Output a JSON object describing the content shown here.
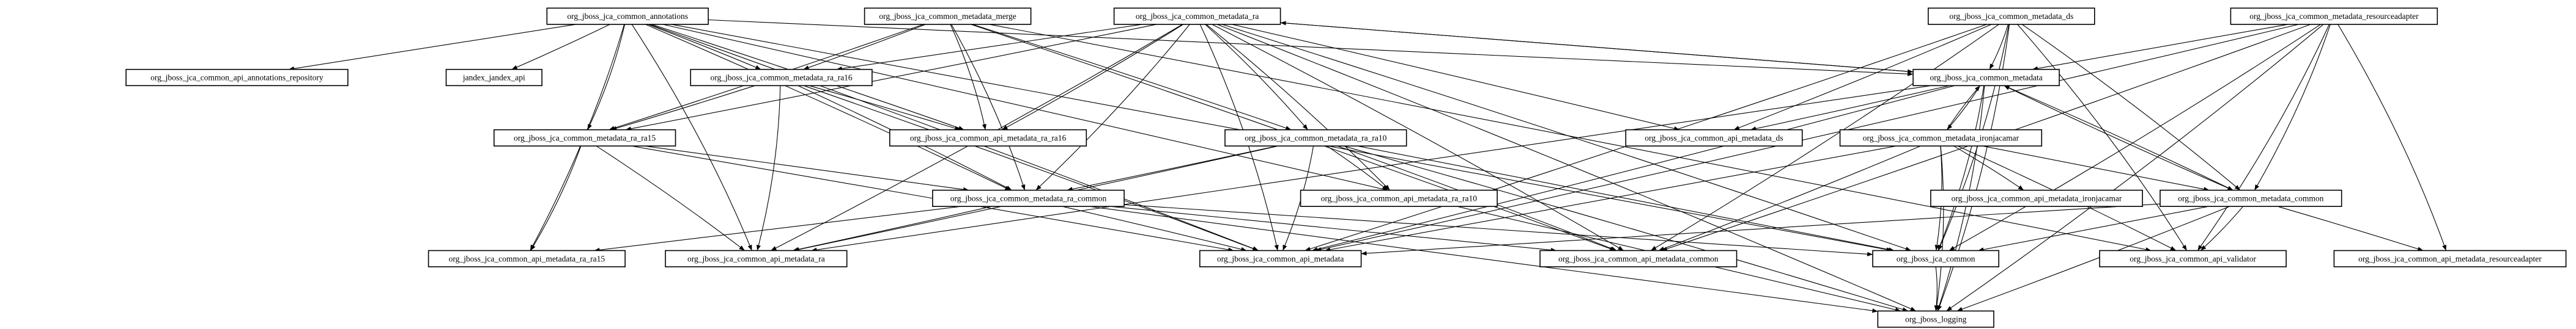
{
  "nodes": [
    {
      "id": "annotations",
      "label": "org_jboss_jca_common_annotations"
    },
    {
      "id": "metadata_merge",
      "label": "org_jboss_jca_common_metadata_merge"
    },
    {
      "id": "metadata_ra",
      "label": "org_jboss_jca_common_metadata_ra"
    },
    {
      "id": "metadata_ds",
      "label": "org_jboss_jca_common_metadata_ds"
    },
    {
      "id": "metadata_resourceadapter",
      "label": "org_jboss_jca_common_metadata_resourceadapter"
    },
    {
      "id": "api_annotations_repository",
      "label": "org_jboss_jca_common_api_annotations_repository"
    },
    {
      "id": "jandex_api",
      "label": "jandex_jandex_api"
    },
    {
      "id": "metadata_ra_ra16",
      "label": "org_jboss_jca_common_metadata_ra_ra16"
    },
    {
      "id": "metadata",
      "label": "org_jboss_jca_common_metadata"
    },
    {
      "id": "metadata_ra_ra15",
      "label": "org_jboss_jca_common_metadata_ra_ra15"
    },
    {
      "id": "api_metadata_ra_ra16",
      "label": "org_jboss_jca_common_api_metadata_ra_ra16"
    },
    {
      "id": "metadata_ra_ra10",
      "label": "org_jboss_jca_common_metadata_ra_ra10"
    },
    {
      "id": "api_metadata_ds",
      "label": "org_jboss_jca_common_api_metadata_ds"
    },
    {
      "id": "metadata_ironjacamar",
      "label": "org_jboss_jca_common_metadata_ironjacamar"
    },
    {
      "id": "metadata_ra_common",
      "label": "org_jboss_jca_common_metadata_ra_common"
    },
    {
      "id": "api_metadata_ra_ra10",
      "label": "org_jboss_jca_common_api_metadata_ra_ra10"
    },
    {
      "id": "api_metadata_ironjacamar",
      "label": "org_jboss_jca_common_api_metadata_ironjacamar"
    },
    {
      "id": "metadata_common",
      "label": "org_jboss_jca_common_metadata_common"
    },
    {
      "id": "api_metadata_ra_ra15",
      "label": "org_jboss_jca_common_api_metadata_ra_ra15"
    },
    {
      "id": "api_metadata_ra",
      "label": "org_jboss_jca_common_api_metadata_ra"
    },
    {
      "id": "api_metadata",
      "label": "org_jboss_jca_common_api_metadata"
    },
    {
      "id": "api_metadata_common",
      "label": "org_jboss_jca_common_api_metadata_common"
    },
    {
      "id": "common",
      "label": "org_jboss_jca_common"
    },
    {
      "id": "api_validator",
      "label": "org_jboss_jca_common_api_validator"
    },
    {
      "id": "api_metadata_resourceadapter",
      "label": "org_jboss_jca_common_api_metadata_resourceadapter"
    },
    {
      "id": "logging",
      "label": "org_jboss_logging"
    }
  ],
  "edges": [
    [
      "annotations",
      "api_annotations_repository"
    ],
    [
      "annotations",
      "jandex_api"
    ],
    [
      "annotations",
      "metadata_ra_ra16"
    ],
    [
      "annotations",
      "metadata_ra_ra15"
    ],
    [
      "annotations",
      "metadata_ra_common"
    ],
    [
      "annotations",
      "api_metadata_ra_ra16"
    ],
    [
      "annotations",
      "api_metadata_ra_ra15"
    ],
    [
      "annotations",
      "api_metadata_ra"
    ],
    [
      "annotations",
      "api_metadata"
    ],
    [
      "annotations",
      "logging"
    ],
    [
      "annotations",
      "metadata"
    ],
    [
      "annotations",
      "common"
    ],
    [
      "metadata_merge",
      "metadata_ra_ra16"
    ],
    [
      "metadata_merge",
      "metadata_ra_ra15"
    ],
    [
      "metadata_merge",
      "metadata_ra_common"
    ],
    [
      "metadata_merge",
      "api_metadata_ra_ra16"
    ],
    [
      "metadata_merge",
      "metadata_ra_ra10"
    ],
    [
      "metadata_merge",
      "api_metadata_common"
    ],
    [
      "metadata_merge",
      "api_validator"
    ],
    [
      "metadata_ra",
      "metadata_ra_ra16"
    ],
    [
      "metadata_ra",
      "metadata_ra_ra15"
    ],
    [
      "metadata_ra",
      "metadata_ra_ra10"
    ],
    [
      "metadata_ra",
      "metadata_ra_common"
    ],
    [
      "metadata_ra",
      "api_metadata_ra_ra16"
    ],
    [
      "metadata_ra",
      "api_metadata_ra_ra10"
    ],
    [
      "metadata_ra",
      "api_metadata_ra"
    ],
    [
      "metadata_ra",
      "api_metadata"
    ],
    [
      "metadata_ra",
      "api_metadata_common"
    ],
    [
      "metadata_ra",
      "metadata"
    ],
    [
      "metadata_ra",
      "api_metadata_ds"
    ],
    [
      "metadata_ra",
      "common"
    ],
    [
      "metadata_ra",
      "logging"
    ],
    [
      "metadata_ds",
      "metadata"
    ],
    [
      "metadata_ds",
      "api_metadata_ds"
    ],
    [
      "metadata_ds",
      "metadata_common"
    ],
    [
      "metadata_ds",
      "api_metadata"
    ],
    [
      "metadata_ds",
      "api_metadata_common"
    ],
    [
      "metadata_ds",
      "common"
    ],
    [
      "metadata_ds",
      "api_validator"
    ],
    [
      "metadata_ds",
      "logging"
    ],
    [
      "metadata_resourceadapter",
      "metadata"
    ],
    [
      "metadata_resourceadapter",
      "metadata_common"
    ],
    [
      "metadata_resourceadapter",
      "api_metadata_resourceadapter"
    ],
    [
      "metadata_resourceadapter",
      "api_metadata_common"
    ],
    [
      "metadata_resourceadapter",
      "api_metadata"
    ],
    [
      "metadata_resourceadapter",
      "common"
    ],
    [
      "metadata_resourceadapter",
      "api_validator"
    ],
    [
      "metadata_resourceadapter",
      "logging"
    ],
    [
      "metadata_ra_ra16",
      "metadata_ra_ra15"
    ],
    [
      "metadata_ra_ra16",
      "metadata_ra_common"
    ],
    [
      "metadata_ra_ra16",
      "api_metadata_ra_ra16"
    ],
    [
      "metadata_ra_ra16",
      "api_metadata_ra"
    ],
    [
      "metadata_ra_ra16",
      "api_metadata"
    ],
    [
      "metadata",
      "metadata_ra"
    ],
    [
      "metadata",
      "metadata_ironjacamar"
    ],
    [
      "metadata",
      "metadata_common"
    ],
    [
      "metadata",
      "api_metadata_ds"
    ],
    [
      "metadata",
      "api_metadata_ra"
    ],
    [
      "metadata",
      "api_metadata"
    ],
    [
      "metadata",
      "common"
    ],
    [
      "metadata",
      "logging"
    ],
    [
      "metadata_ra_ra15",
      "metadata_ra_common"
    ],
    [
      "metadata_ra_ra15",
      "api_metadata_ra_ra15"
    ],
    [
      "metadata_ra_ra15",
      "api_metadata_ra"
    ],
    [
      "metadata_ra_ra15",
      "api_metadata"
    ],
    [
      "metadata_ra_ra10",
      "metadata_ra_common"
    ],
    [
      "metadata_ra_ra10",
      "api_metadata_ra_ra10"
    ],
    [
      "metadata_ra_ra10",
      "api_metadata_ra"
    ],
    [
      "metadata_ra_ra10",
      "api_metadata"
    ],
    [
      "metadata_ra_ra10",
      "api_metadata_common"
    ],
    [
      "metadata_ra_ra10",
      "common"
    ],
    [
      "metadata_ra_ra10",
      "logging"
    ],
    [
      "metadata_ironjacamar",
      "metadata"
    ],
    [
      "metadata_ironjacamar",
      "metadata_common"
    ],
    [
      "metadata_ironjacamar",
      "api_metadata_ironjacamar"
    ],
    [
      "metadata_ironjacamar",
      "api_metadata"
    ],
    [
      "metadata_ironjacamar",
      "api_metadata_common"
    ],
    [
      "metadata_ironjacamar",
      "common"
    ],
    [
      "metadata_ironjacamar",
      "api_validator"
    ],
    [
      "metadata_ironjacamar",
      "logging"
    ],
    [
      "metadata_ra_common",
      "api_metadata_ra_ra15"
    ],
    [
      "metadata_ra_common",
      "api_metadata_ra"
    ],
    [
      "metadata_ra_common",
      "api_metadata"
    ],
    [
      "metadata_ra_common",
      "api_metadata_common"
    ],
    [
      "metadata_ra_common",
      "common"
    ],
    [
      "metadata_ra_common",
      "logging"
    ],
    [
      "metadata_common",
      "metadata"
    ],
    [
      "metadata_common",
      "api_metadata"
    ],
    [
      "metadata_common",
      "api_metadata_resourceadapter"
    ],
    [
      "metadata_common",
      "common"
    ],
    [
      "metadata_common",
      "api_validator"
    ],
    [
      "metadata_common",
      "logging"
    ],
    [
      "common",
      "logging"
    ]
  ]
}
